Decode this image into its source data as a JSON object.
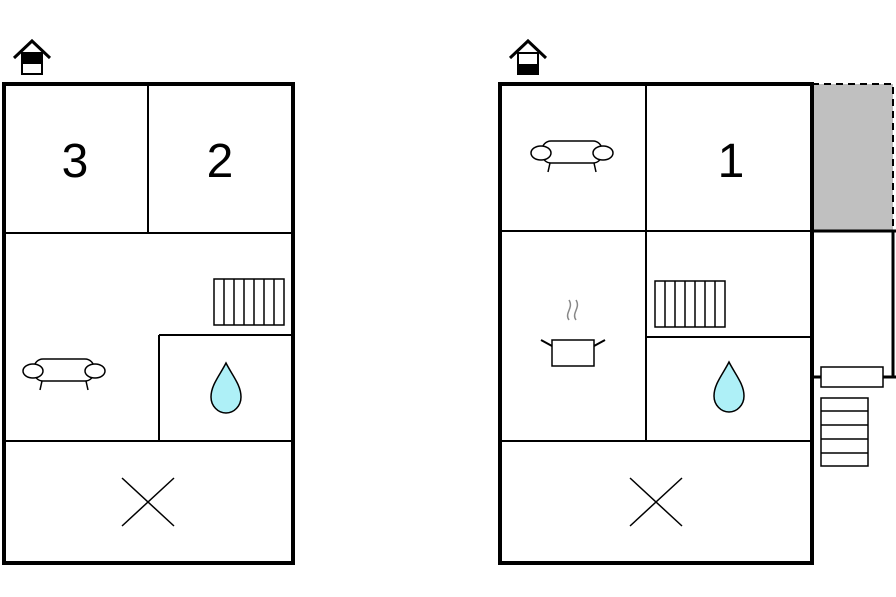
{
  "floors": [
    {
      "id": "upper",
      "floor_icon": "house-upper-floor-icon",
      "rooms": [
        {
          "kind": "bedroom",
          "label": "3"
        },
        {
          "kind": "bedroom",
          "label": "2"
        },
        {
          "kind": "living",
          "icon": "sofa-icon"
        },
        {
          "kind": "stairs",
          "icon": "stairs-icon"
        },
        {
          "kind": "bathroom",
          "icon": "water-drop-icon"
        },
        {
          "kind": "open-void",
          "icon": "cross-icon"
        }
      ]
    },
    {
      "id": "ground",
      "floor_icon": "house-ground-floor-icon",
      "rooms": [
        {
          "kind": "living",
          "icon": "sofa-icon"
        },
        {
          "kind": "bedroom",
          "label": "1"
        },
        {
          "kind": "kitchen",
          "icon": "cooking-pot-icon"
        },
        {
          "kind": "stairs",
          "icon": "stairs-icon"
        },
        {
          "kind": "bathroom",
          "icon": "water-drop-icon"
        },
        {
          "kind": "open-void",
          "icon": "cross-icon"
        },
        {
          "kind": "terrace",
          "icon": "terrace-area"
        },
        {
          "kind": "entrance",
          "icon": "entrance-steps-icon"
        }
      ]
    }
  ],
  "colors": {
    "wall": "#000000",
    "water": "#aef0f7",
    "terrace": "#c0c0c0",
    "background": "#ffffff"
  }
}
